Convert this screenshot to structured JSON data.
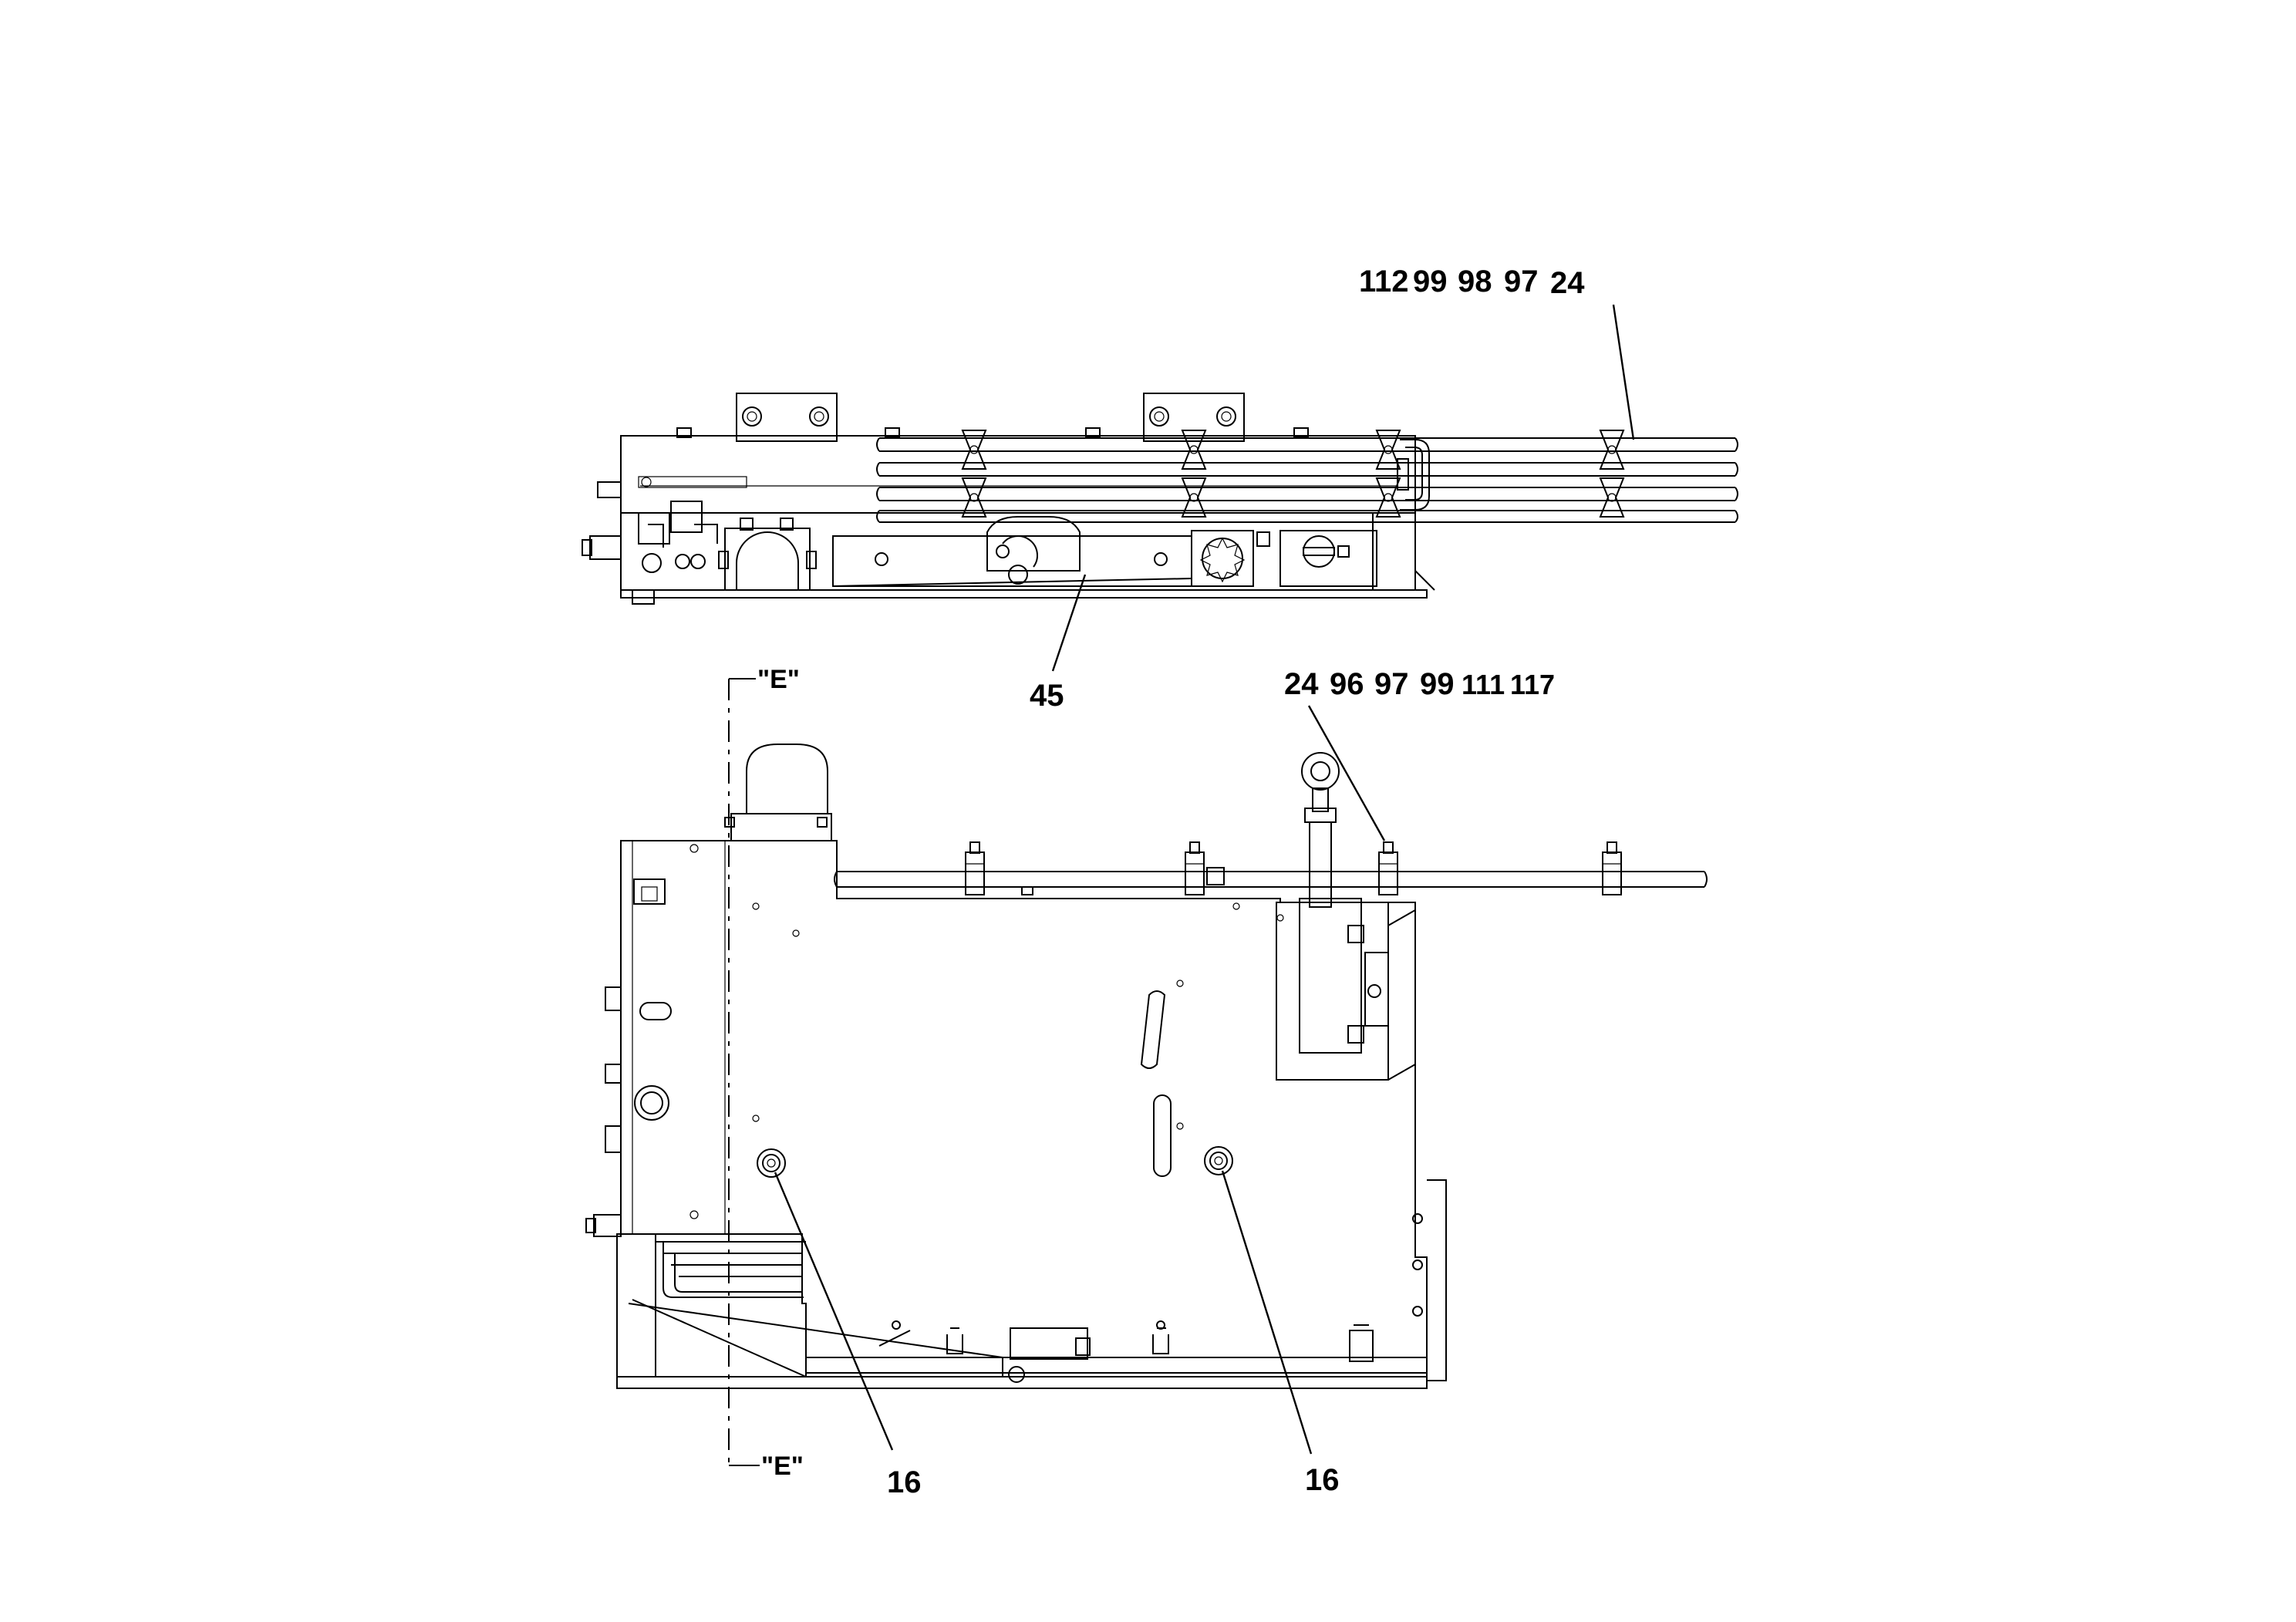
{
  "callouts": {
    "top_group": [
      "112",
      "99",
      "98",
      "97",
      "24"
    ],
    "top_bottom": "45",
    "lower_group": [
      "24",
      "96",
      "97",
      "99",
      "111",
      "117"
    ],
    "left_bolt": "16",
    "right_bolt": "16"
  },
  "section_marks": {
    "top": "\"E\"",
    "bottom": "\"E\""
  }
}
